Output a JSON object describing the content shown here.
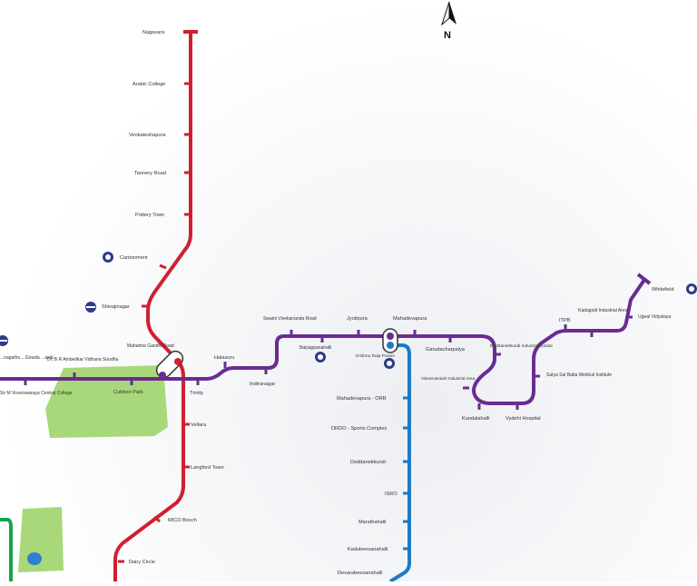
{
  "north_label": "N",
  "colors": {
    "red_line": "#d0202f",
    "purple_line": "#6a2c91",
    "blue_line": "#1b7bc8",
    "green_line": "#1aa34a",
    "park": "#a8d87a",
    "icon": "#2e3a8c"
  },
  "red_line": [
    "Nagavara",
    "Arabic College",
    "Venkateshapura",
    "Tannery Road",
    "Pottery Town",
    "Cantonment",
    "Shivajinagar",
    "Mahatma Gandhi Road",
    "Vellara",
    "Langford Town",
    "MICO Bosch",
    "Dairy Circle"
  ],
  "purple_line": [
    "Sir M Visveswaraya Central College",
    "Dr. B R Ambedkar Vidhana Soudha",
    "Cubbon Park",
    "Trinity",
    "Halasuru",
    "Indiranagar",
    "Swami Vivekananda Road",
    "Baiyappanahalli",
    "Jyotipura",
    "Krishna Raja Puram",
    "Mahadevapura",
    "Garudacharpalya",
    "Doddanekkundi Industrial Estate",
    "Visvesvaraiah Industrial Area",
    "Kundalahalli",
    "Vydehi Hospital",
    "Satya Sai Baba Medical Institute",
    "ITPB",
    "Kadugodi Industrial Area",
    "Ujjwal Vidyalaya",
    "Whitefield"
  ],
  "blue_line": [
    "Mahadevapura - ORR",
    "DRDO - Sports Complex",
    "Doddanekkundi",
    "ISRO",
    "Marathahalli",
    "Kadubeesanahalli",
    "Devarabeesanahalli"
  ],
  "partial_label": "...nagathu ...Gowda ...astic"
}
